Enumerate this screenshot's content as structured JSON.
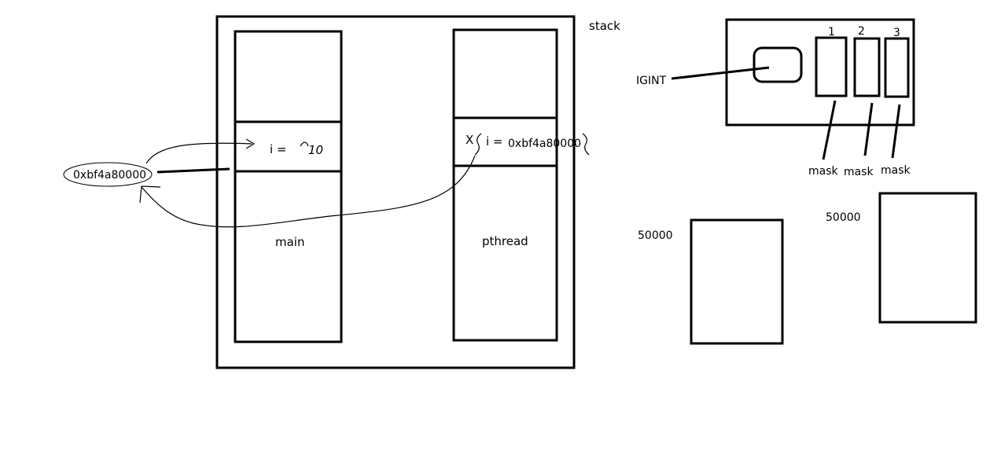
{
  "stack_label": "stack",
  "main_frame": {
    "label": "main",
    "var_text": "i =",
    "var_value": "10"
  },
  "pthread_frame": {
    "label": "pthread",
    "var_text": "i =",
    "var_value": "0xbf4a80000",
    "cross_mark": "X"
  },
  "address_label": "0xbf4a80000",
  "signal_panel": {
    "signal_label": "IGINT",
    "slot_numbers": [
      "1",
      "2",
      "3"
    ],
    "mask_labels": [
      "mask",
      "mask",
      "mask"
    ]
  },
  "boxes": [
    {
      "label": "50000"
    },
    {
      "label": "50000"
    }
  ]
}
